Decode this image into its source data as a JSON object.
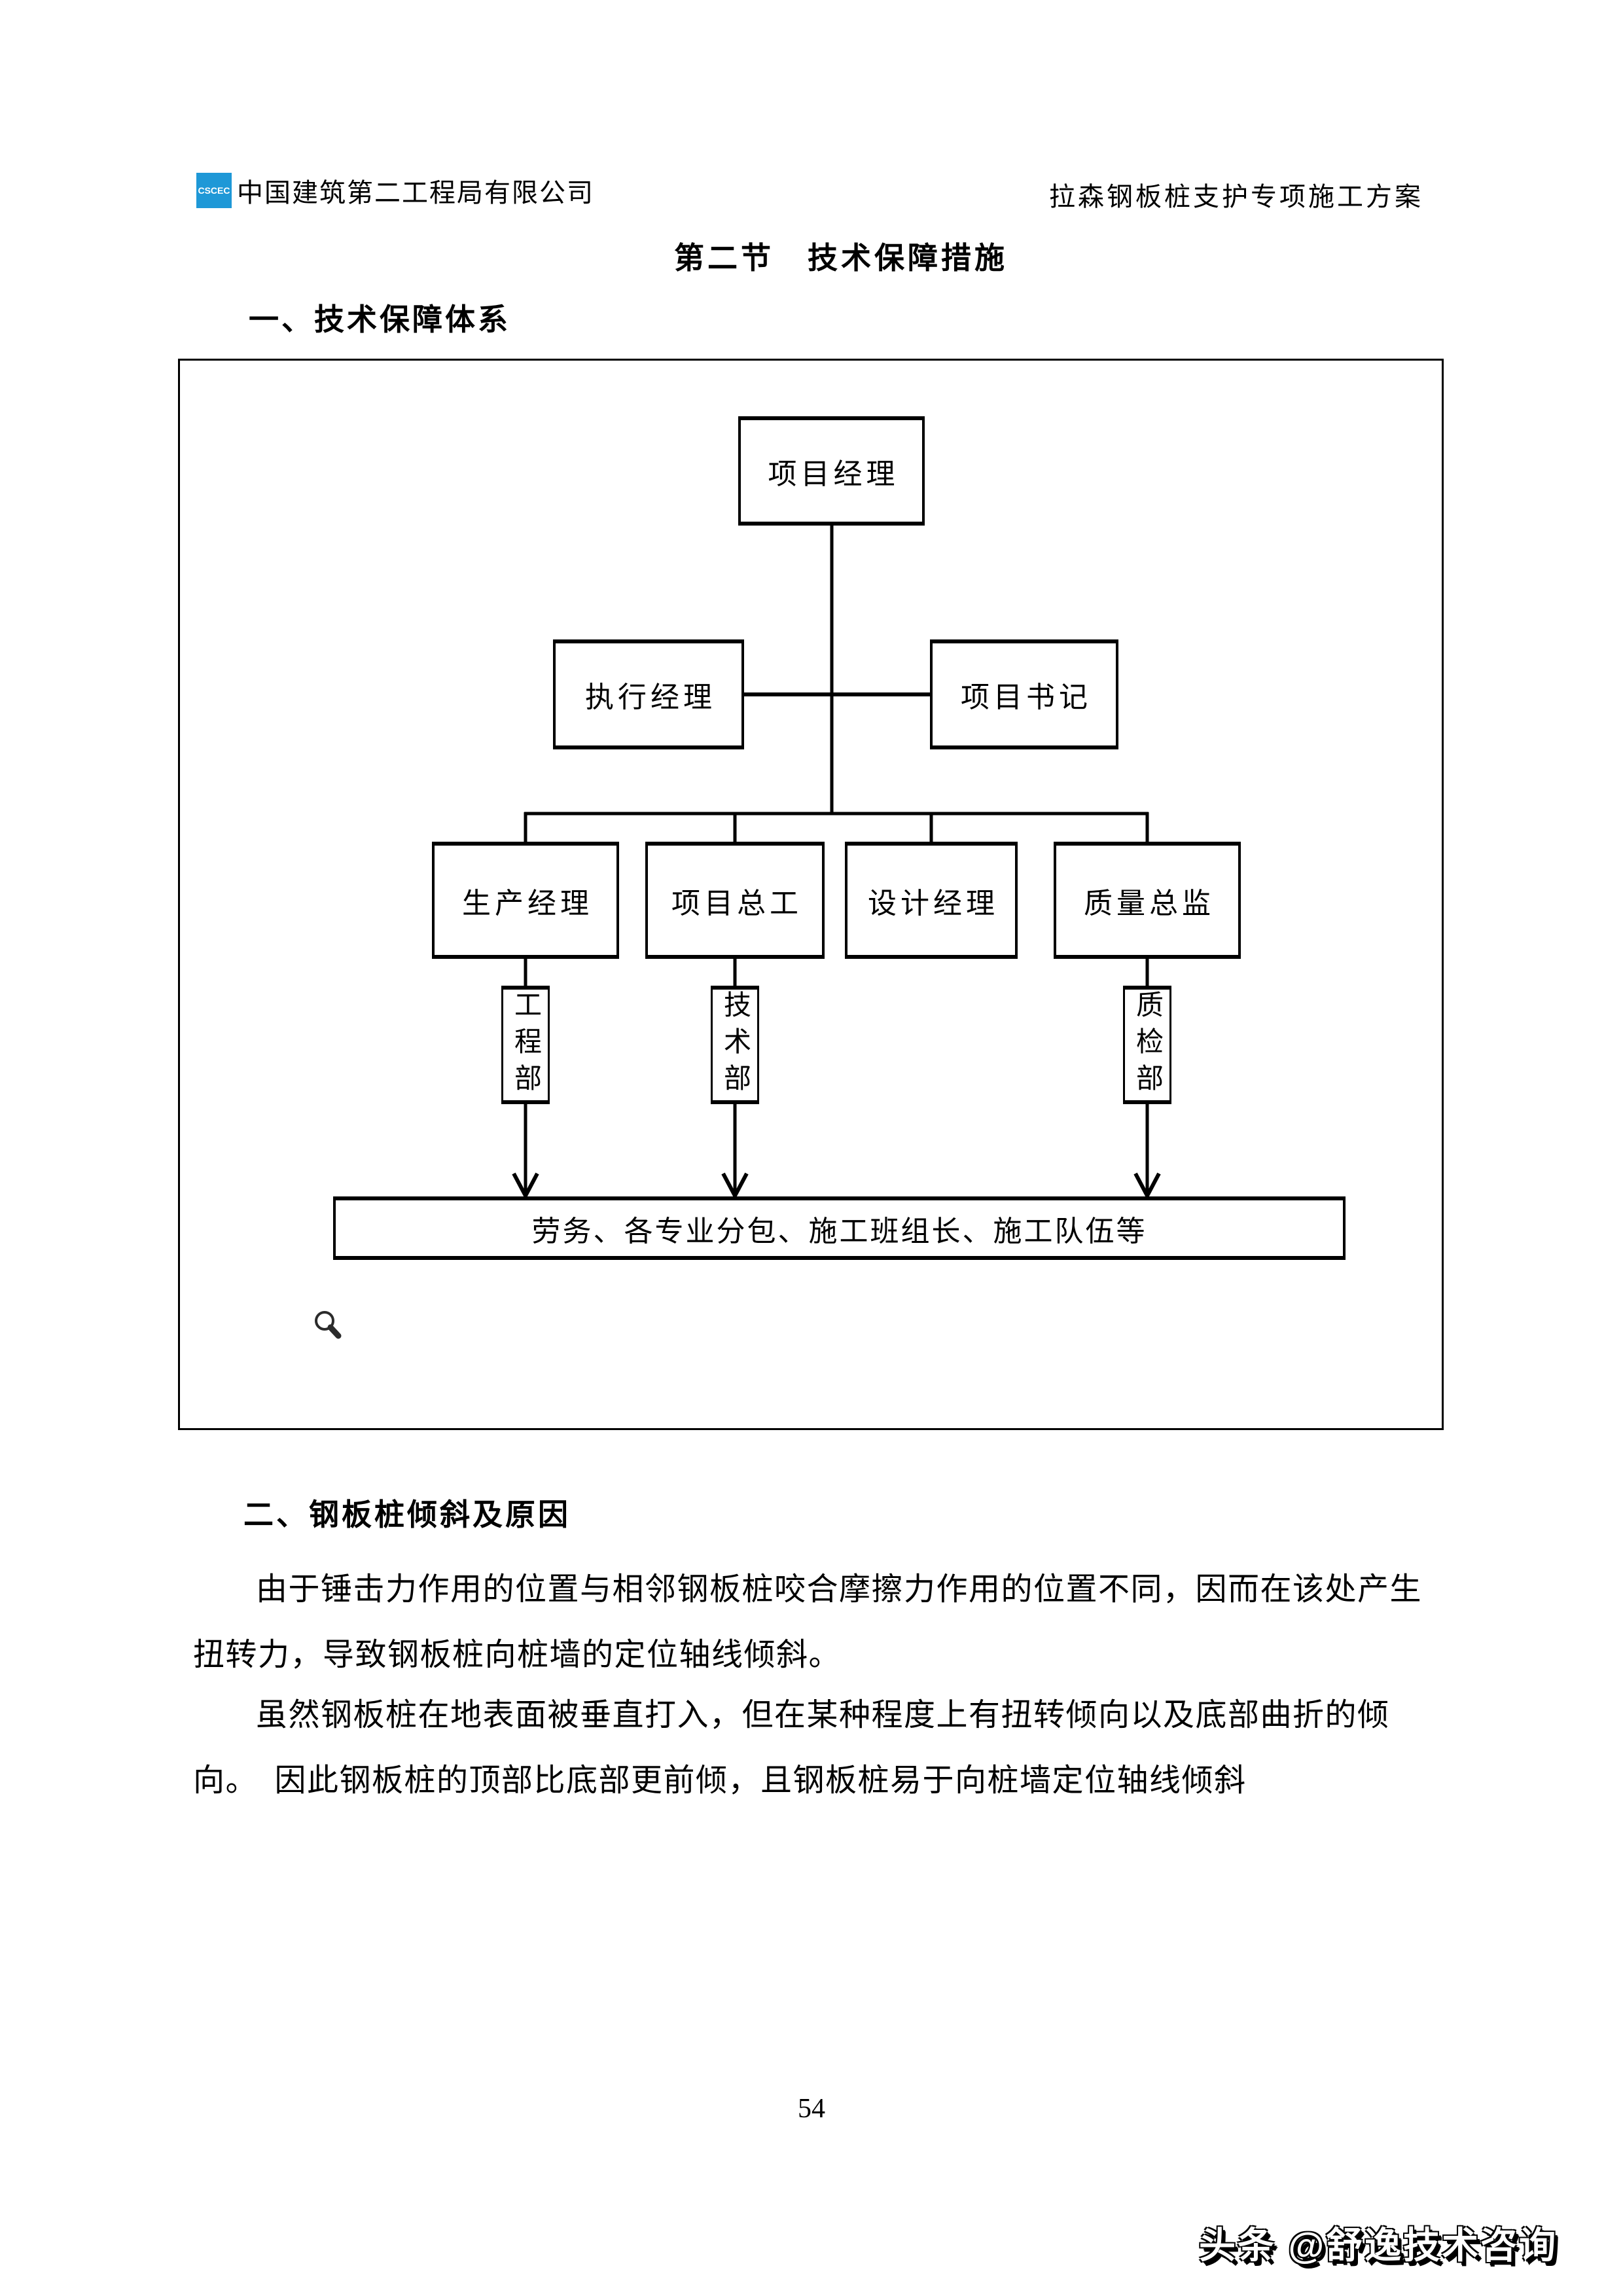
{
  "header": {
    "logo_text": "CSCEC",
    "company_name": "中国建筑第二工程局有限公司",
    "doc_name": "拉森钢板桩支护专项施工方案"
  },
  "page": {
    "section_title": "第二节　技术保障措施",
    "heading_1": "一、技术保障体系",
    "heading_2": "二、钢板桩倾斜及原因",
    "page_number": "54",
    "watermark": "头条 @舒逸技术咨询"
  },
  "org_chart": {
    "project_manager": "项目经理",
    "executive_manager": "执行经理",
    "project_secretary": "项目书记",
    "production_manager": "生产经理",
    "chief_engineer": "项目总工",
    "design_manager": "设计经理",
    "quality_director": "质量总监",
    "engineering_dept": "工程部",
    "technology_dept": "技术部",
    "quality_inspection_dept": "质检部",
    "bottom_bar": "劳务、各专业分包、施工班组长、施工队伍等"
  },
  "paragraphs": {
    "p1_line1": "由于锤击力作用的位置与相邻钢板桩咬合摩擦力作用的位置不同，因而在该处产生",
    "p1_line2": "扭转力，导致钢板桩向桩墙的定位轴线倾斜。",
    "p2_line1": "虽然钢板桩在地表面被垂直打入，但在某种程度上有扭转倾向以及底部曲折的倾",
    "p2_line2": "向。　因此钢板桩的顶部比底部更前倾，且钢板桩易于向桩墙定位轴线倾斜"
  }
}
